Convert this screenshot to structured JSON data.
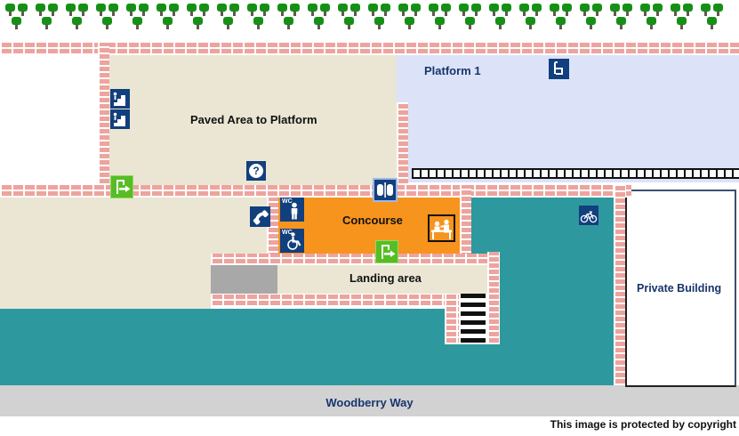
{
  "map": {
    "areas": {
      "platform": "Platform 1",
      "paved_area": "Paved Area to Platform",
      "concourse": "Concourse",
      "landing_area": "Landing area",
      "private_building": "Private Building",
      "road": "Woodberry Way"
    },
    "icons": {
      "help_glyph": "?",
      "wc_label": "WC",
      "names": [
        "stairs",
        "stairs",
        "exit",
        "help-point",
        "ticket-gates",
        "telephone",
        "toilets-men",
        "accessible-toilet",
        "ticket-office",
        "exit",
        "bench",
        "cycle-storage"
      ]
    },
    "tree_clusters": 24,
    "colors": {
      "brick": "#eda49e",
      "paved": "#eae6d3",
      "platform": "#dce3f8",
      "concourse": "#f7941d",
      "teal": "#2e989f",
      "road": "#d2d2d2",
      "icon_navy": "#123f7d",
      "exit_green": "#56bd25",
      "label_navy": "#17356e",
      "tree_green": "#149114"
    }
  },
  "footer": {
    "copyright": "This image is protected by copyright"
  }
}
